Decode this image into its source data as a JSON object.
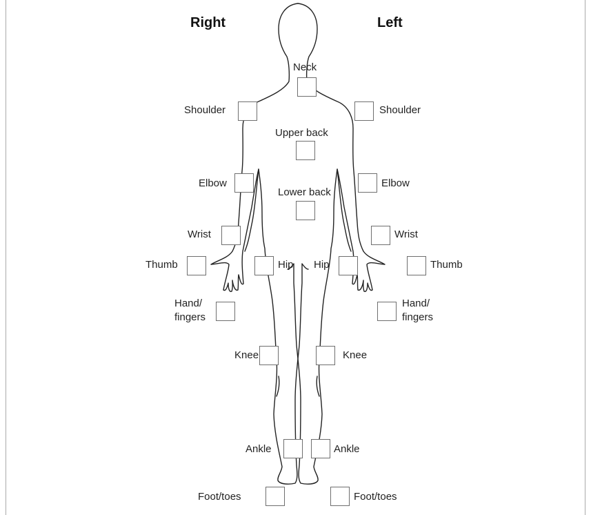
{
  "headings": {
    "right": "Right",
    "left": "Left"
  },
  "regions": {
    "neck": "Neck",
    "shoulder_right": "Shoulder",
    "shoulder_left": "Shoulder",
    "upper_back": "Upper back",
    "elbow_right": "Elbow",
    "elbow_left": "Elbow",
    "lower_back": "Lower back",
    "wrist_right": "Wrist",
    "wrist_left": "Wrist",
    "thumb_right": "Thumb",
    "thumb_left": "Thumb",
    "hip_right": "Hip",
    "hip_left": "Hip",
    "hand_right_line1": "Hand/",
    "hand_right_line2": "fingers",
    "hand_left_line1": "Hand/",
    "hand_left_line2": "fingers",
    "knee_right": "Knee",
    "knee_left": "Knee",
    "ankle_right": "Ankle",
    "ankle_left": "Ankle",
    "foot_right": "Foot/toes",
    "foot_left": "Foot/toes"
  },
  "colors": {
    "outline": "#222222",
    "box_border": "#6e6e6e",
    "frame": "#a9a9a9"
  }
}
